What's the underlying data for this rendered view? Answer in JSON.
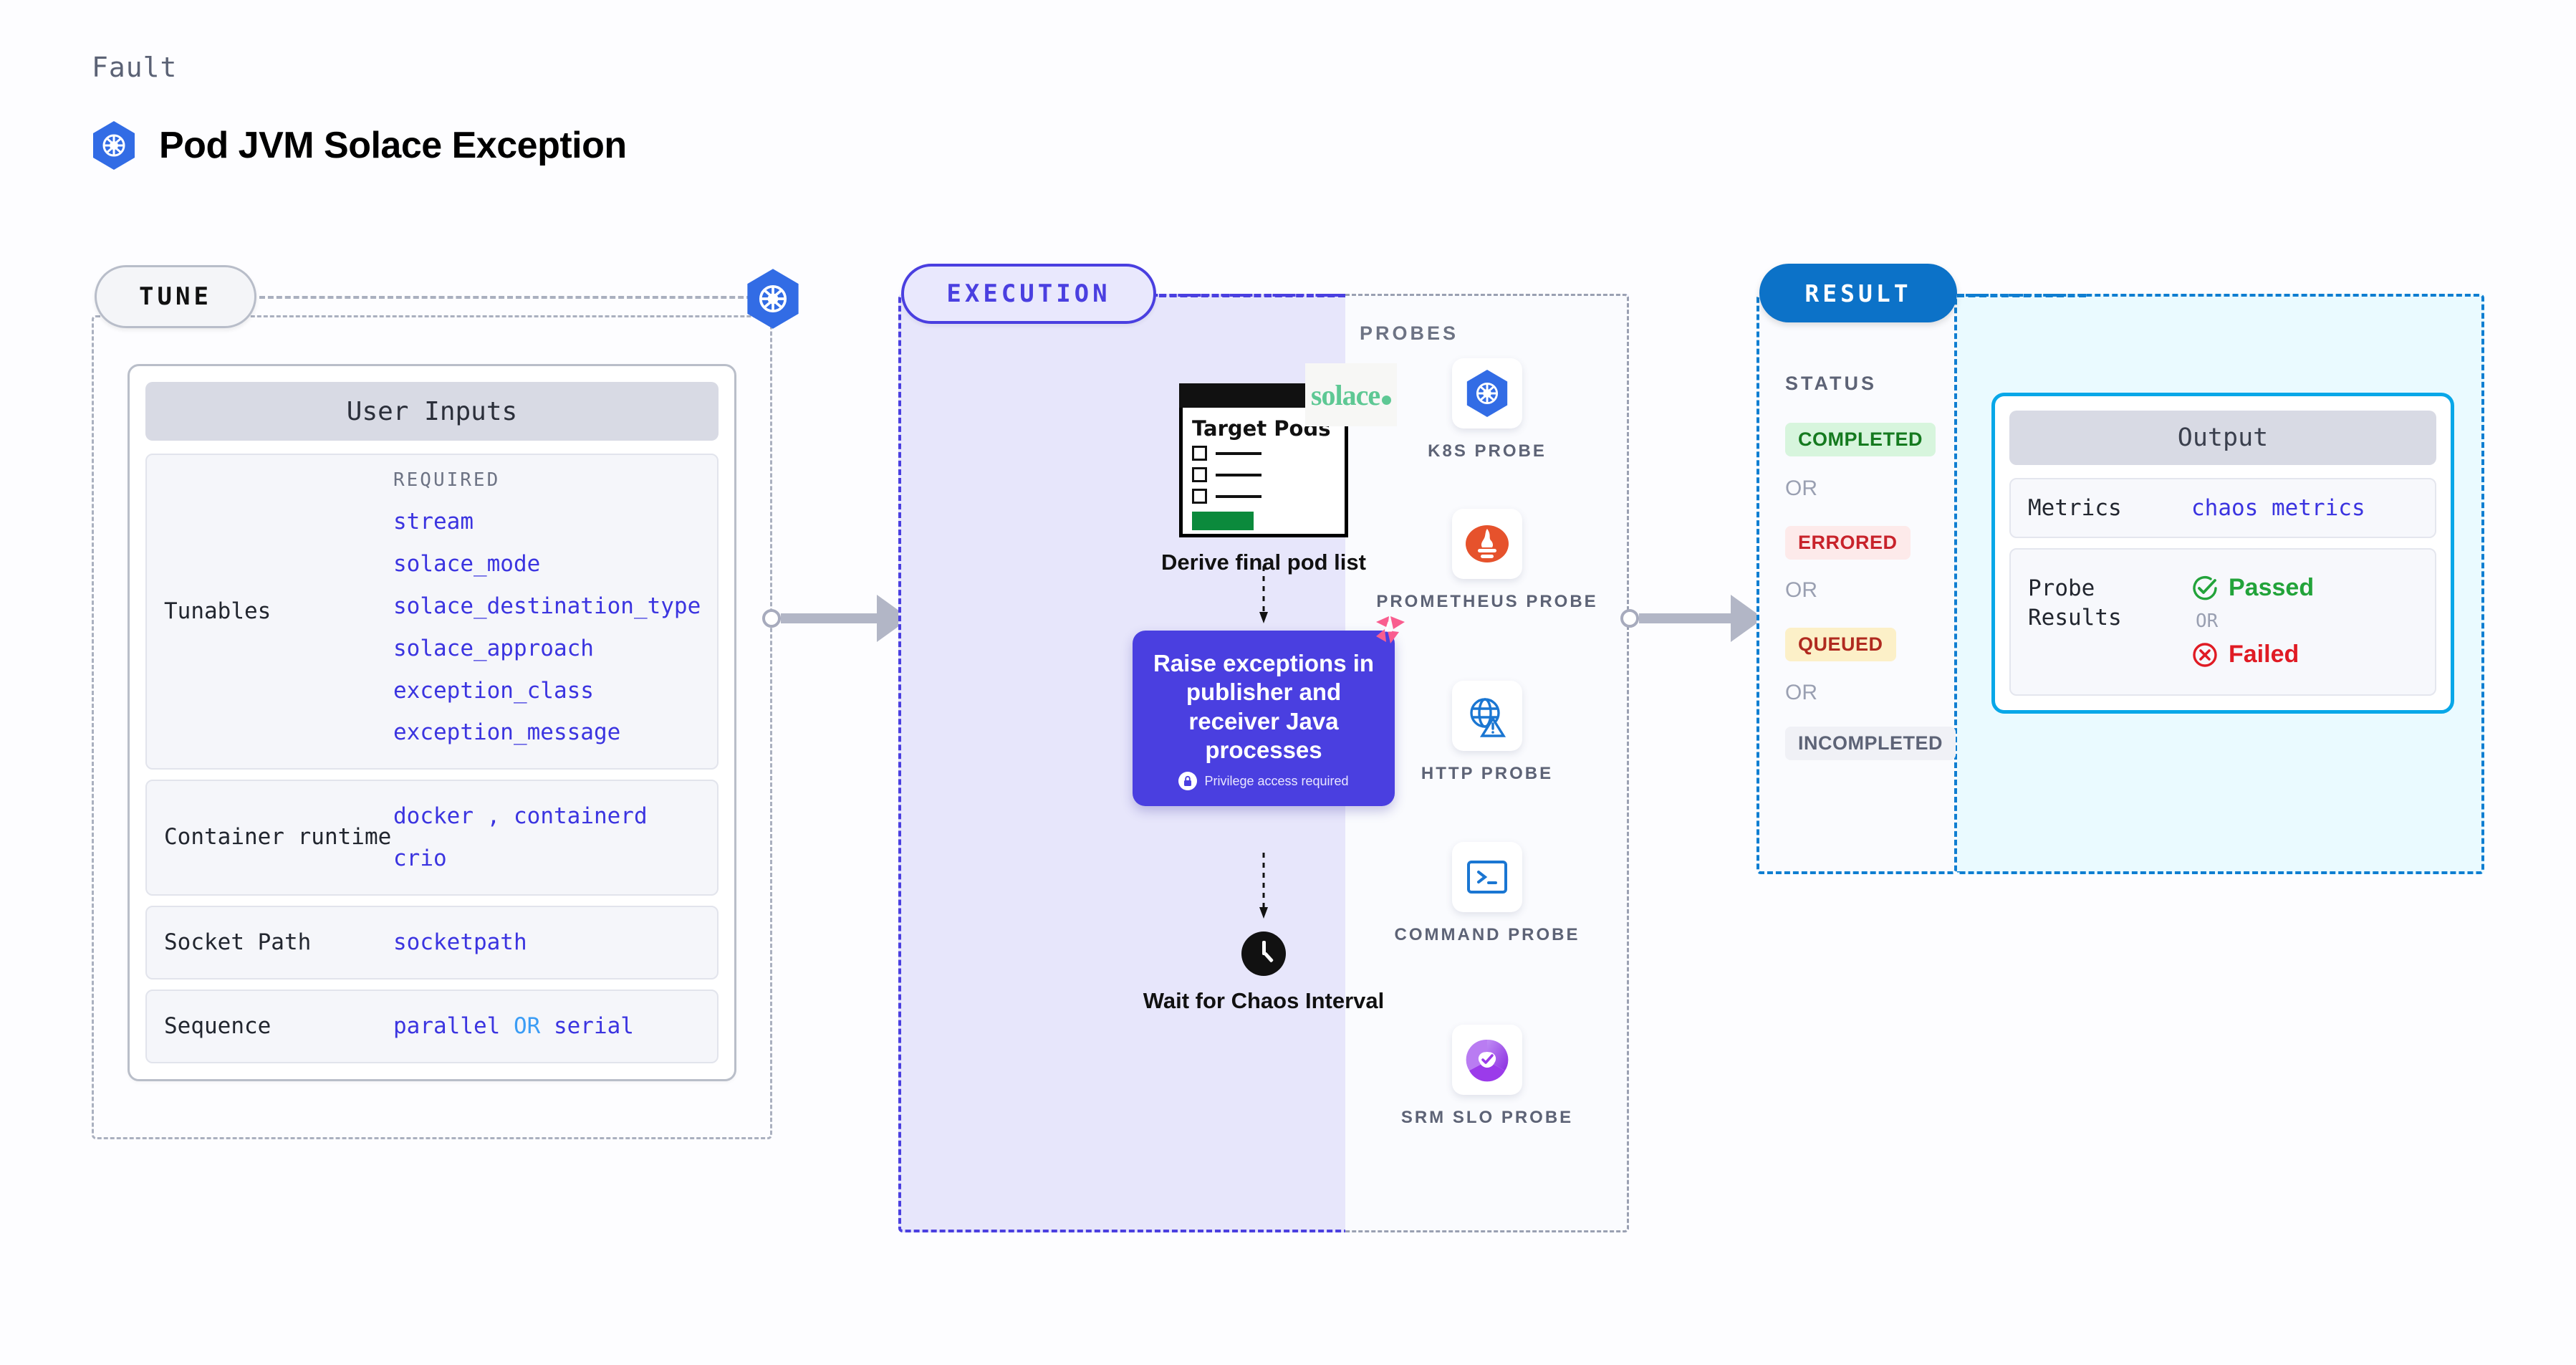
{
  "header": {
    "kicker": "Fault",
    "title": "Pod JVM Solace Exception",
    "icon": "kubernetes-icon"
  },
  "tune": {
    "badge": "TUNE",
    "icon": "kubernetes-icon",
    "card_title": "User Inputs",
    "required_heading": "REQUIRED",
    "rows": [
      {
        "label": "Tunables",
        "values": [
          "stream",
          "solace_mode",
          "solace_destination_type",
          "solace_approach",
          "exception_class",
          "exception_message"
        ]
      },
      {
        "label": "Container runtime",
        "values": [
          "docker",
          "containerd",
          "crio"
        ],
        "separator": ","
      },
      {
        "label": "Socket Path",
        "values": [
          "socketpath"
        ]
      },
      {
        "label": "Sequence",
        "values": [
          "parallel",
          "serial"
        ],
        "separator": "OR"
      }
    ]
  },
  "execution": {
    "badge": "EXECUTION",
    "steps": [
      {
        "caption": "Derive final pod list",
        "card_title": "Target Pods",
        "logo": "solace",
        "logo_text": "solace"
      },
      {
        "caption": "Raise exceptions in publisher and receiver Java processes",
        "note": "Privilege access required",
        "note_icon": "lock-icon",
        "brand_icon": "litmus-icon"
      },
      {
        "caption": "Wait for Chaos Interval",
        "icon": "clock-icon"
      }
    ],
    "probes_label": "PROBES",
    "probes": [
      {
        "name": "K8S PROBE",
        "icon": "kubernetes-icon"
      },
      {
        "name": "PROMETHEUS PROBE",
        "icon": "prometheus-icon"
      },
      {
        "name": "HTTP PROBE",
        "icon": "globe-warning-icon"
      },
      {
        "name": "COMMAND PROBE",
        "icon": "terminal-icon"
      },
      {
        "name": "SRM SLO PROBE",
        "icon": "srm-slo-icon"
      }
    ]
  },
  "result": {
    "badge": "RESULT",
    "status_label": "STATUS",
    "or_text": "OR",
    "statuses": [
      {
        "label": "COMPLETED",
        "bg": "#d7f5dd",
        "fg": "#157a1f"
      },
      {
        "label": "ERRORED",
        "bg": "#fdeaea",
        "fg": "#c8232b"
      },
      {
        "label": "QUEUED",
        "bg": "#fcf0c8",
        "fg": "#b02a1f"
      },
      {
        "label": "INCOMPLETED",
        "bg": "#f0f1f6",
        "fg": "#5d6376"
      }
    ],
    "output": {
      "title": "Output",
      "metrics_label": "Metrics",
      "metrics_value": "chaos metrics",
      "probe_results_label": "Probe Results",
      "passed": "Passed",
      "failed": "Failed",
      "or_text": "OR"
    }
  },
  "colors": {
    "execution_accent": "#4a3fe0",
    "result_accent": "#0c72c8",
    "output_border": "#08a7e8",
    "k8s_blue": "#326ce5",
    "link_purple": "#3b34e0",
    "solace_green": "#5ec894",
    "litmus_pink": "#f95d8f"
  }
}
